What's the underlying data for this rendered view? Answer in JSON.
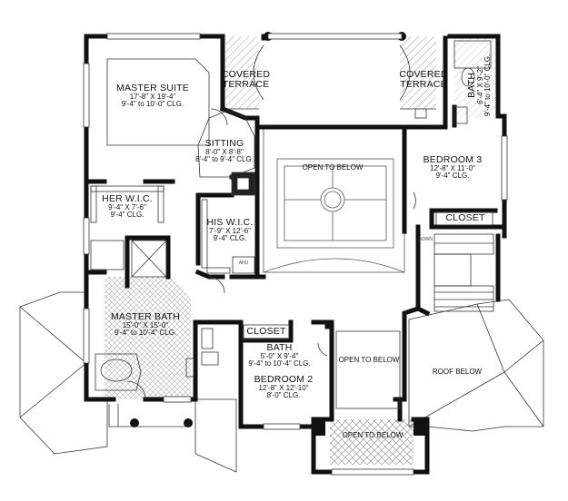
{
  "rooms": {
    "master_suite": {
      "name": "MASTER SUITE",
      "dims": "17'-8\" X 19'-4\"",
      "clg": "9'-4\" to 10'-0\" CLG."
    },
    "covered_terrace_left": {
      "line1": "COVERED",
      "line2": "TERRACE"
    },
    "covered_terrace_right": {
      "line1": "COVERED",
      "line2": "TERRACE"
    },
    "bath_top": {
      "name": "BATH",
      "dims": "6'-4\" X 9'-2\"",
      "clg": "9'-4\" to 10'-0\" CLG."
    },
    "sitting": {
      "name": "SITTING",
      "dims": "8'-0\" X 8'-8\"",
      "clg": "8'-4\" to 9'-4\" CLG."
    },
    "open_to_below_center": {
      "name": "OPEN TO BELOW"
    },
    "bedroom_3": {
      "name": "BEDROOM 3",
      "dims": "12'-8\" X 11'-0\"",
      "clg": "9'-4\" CLG."
    },
    "closet_right": {
      "name": "CLOSET"
    },
    "her_wic": {
      "name": "HER W.I.C.",
      "dims": "9'-4\" X 7'-6\"",
      "clg": "9'-4\" CLG."
    },
    "his_wic": {
      "name": "HIS W.I.C.",
      "dims": "7'-9\" X 12'-6\"",
      "clg": "9'-4\" CLG."
    },
    "ahu": {
      "name": "AHU"
    },
    "down": {
      "name": "DOWN"
    },
    "master_bath": {
      "name": "MASTER BATH",
      "dims": "15'-0\" X 15'-0\"",
      "clg": "9'-4\" to 10'-4\" CLG."
    },
    "closet_mid": {
      "name": "CLOSET"
    },
    "bath_mid": {
      "name": "BATH",
      "dims": "5'-0\" X 9'-4\"",
      "clg": "9'-4\" to 10'-4\" CLG."
    },
    "bedroom_2": {
      "name": "BEDROOM 2",
      "dims": "12'-8\" X 12'-10\"",
      "clg": "8'-0\" CLG."
    },
    "open_to_below_mid": {
      "name": "OPEN TO BELOW"
    },
    "roof_below": {
      "name": "ROOF BELOW"
    },
    "open_to_below_bottom": {
      "name": "OPEN TO BELOW"
    }
  }
}
